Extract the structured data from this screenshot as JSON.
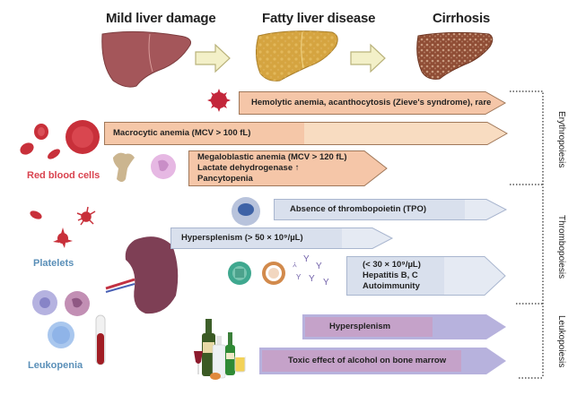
{
  "stages": [
    {
      "label": "Mild liver damage"
    },
    {
      "label": "Fatty liver disease"
    },
    {
      "label": "Cirrhosis"
    }
  ],
  "cell_groups": {
    "red_blood_cells": {
      "label": "Red blood cells",
      "color": "#d9434f"
    },
    "platelets": {
      "label": "Platelets",
      "color": "#5a8fb8"
    },
    "leukopenia": {
      "label": "Leukopenia",
      "color": "#5a8fb8"
    }
  },
  "processes": {
    "erythropoiesis": "Erythropoiesis",
    "thrombopoiesis": "Thrombopoiesis",
    "leukopoiesis": "Leukopoiesis"
  },
  "arrows": {
    "hemolytic": {
      "lines": [
        "Hemolytic anemia, acanthocytosis (Zieve's  syndrome), rare"
      ]
    },
    "macrocytic": {
      "lines": [
        "Macrocytic anemia (MCV > 100 fL)"
      ]
    },
    "megaloblastic": {
      "lines": [
        "Megaloblastic anemia (MCV > 120 fL)",
        "Lactate dehydrogenase ↑",
        "Pancytopenia"
      ]
    },
    "tpo": {
      "lines": [
        "Absence of thrombopoietin (TPO)"
      ]
    },
    "hypersplenism_plt": {
      "lines": [
        "Hypersplenism (> 50 × 10⁹/µL)"
      ]
    },
    "immune": {
      "lines": [
        "(< 30 × 10⁹/µL)",
        "Hepatitis B, C",
        "Autoimmunity"
      ]
    },
    "hypersplenism_wbc": {
      "lines": [
        "Hypersplenism"
      ]
    },
    "alcohol": {
      "lines": [
        "Toxic effect of alcohol on bone marrow"
      ]
    }
  },
  "colors": {
    "erythro_fill": "#f9d9c2",
    "erythro_fill_dark": "#f5c3a5",
    "erythro_stroke": "#a07a5a",
    "thrombo_fill": "#dde3ef",
    "thrombo_fill_dark": "#cdd6e6",
    "thrombo_stroke": "#a9b6cf",
    "leuko_fill": "#b9b2dc",
    "leuko_fill_dark": "#c79fc4",
    "stage_arrow_fill": "#f3f0c8",
    "stage_arrow_stroke": "#b9b27a"
  }
}
